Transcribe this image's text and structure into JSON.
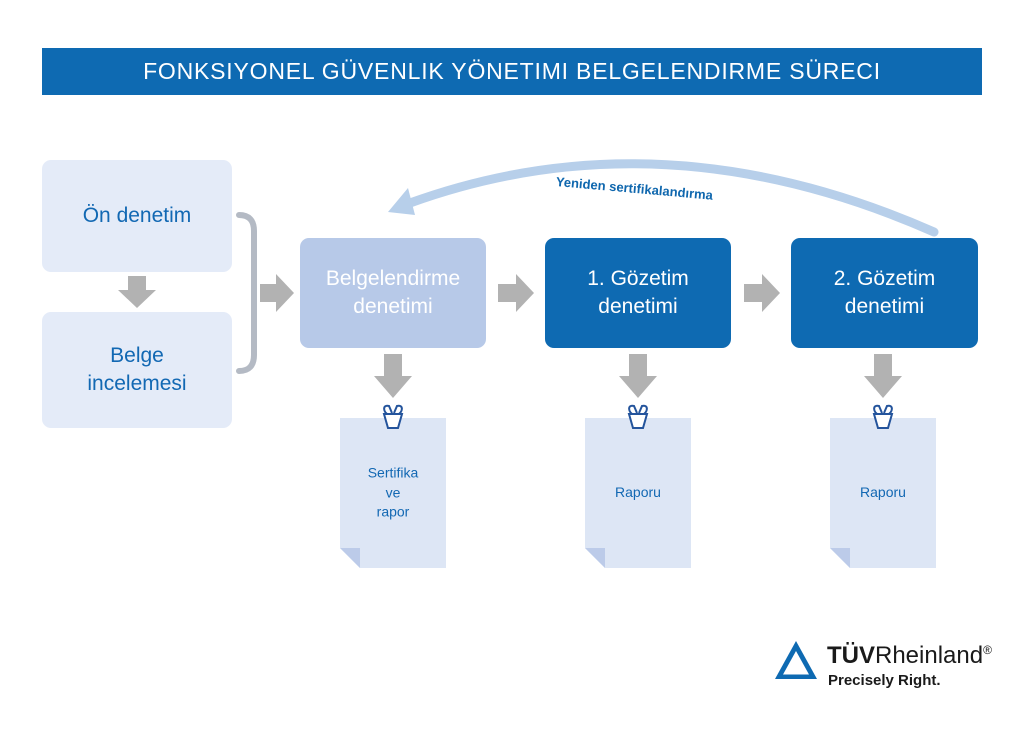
{
  "header": {
    "title": "FONKSIYONEL GÜVENLIK YÖNETIMI BELGELENDIRME SÜRECI"
  },
  "pre_steps": [
    {
      "label": "Ön denetim"
    },
    {
      "label": "Belge\nincelemesi"
    }
  ],
  "main_steps": [
    {
      "label": "Belgelendirme\ndenetimi",
      "variant": "mid"
    },
    {
      "label": "1. Gözetim\ndenetimi",
      "variant": "dark"
    },
    {
      "label": "2. Gözetim\ndenetimi",
      "variant": "dark"
    }
  ],
  "documents": [
    {
      "label": "Sertifika\nve\nrapor"
    },
    {
      "label": "Raporu"
    },
    {
      "label": "Raporu"
    }
  ],
  "recertification": {
    "label": "Yeniden sertifikalandırma"
  },
  "logo": {
    "name_bold": "TÜV",
    "name_rest": "Rheinland",
    "registered": "®",
    "tagline": "Precisely Right."
  },
  "colors": {
    "primary_blue": "#0e6ab2",
    "light_box": "#e4ebf8",
    "mid_box": "#b7c9e8",
    "arrow_gray": "#b2b2b2",
    "arc_blue": "#b7cfea",
    "doc_bg": "#dde6f5",
    "text_blue": "#1268b3"
  }
}
